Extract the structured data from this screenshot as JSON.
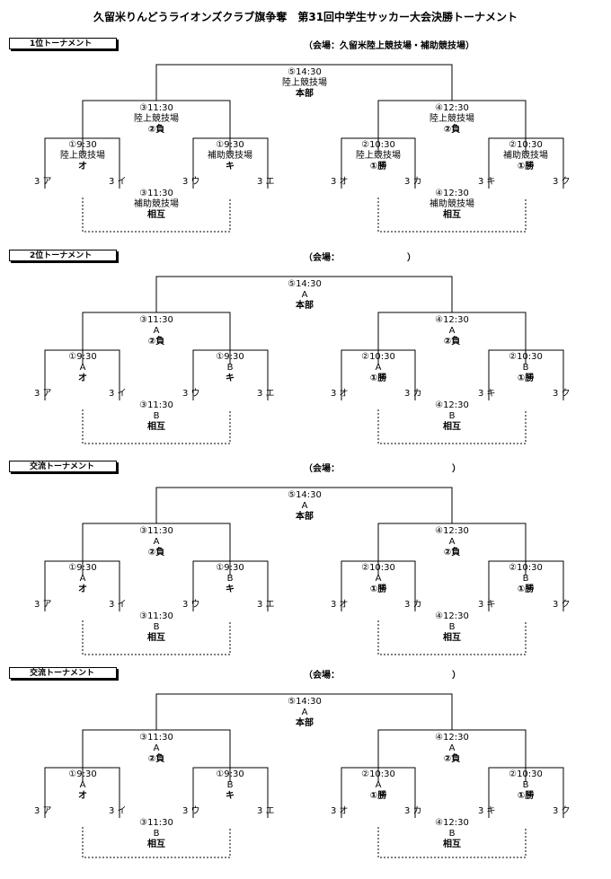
{
  "title": "久留米りんどうライオンズクラブ旗争奪　第31回中学生サッカー大会決勝トーナメント",
  "sections": [
    {
      "tag": "1位トーナメント",
      "venue": "（会場：久留米陸上競技場・補助競技場）",
      "final": {
        "time": "⑤14:30",
        "venue": "陸上競技場",
        "label": "本部"
      },
      "semi_left": {
        "time": "③11:30",
        "venue": "陸上競技場",
        "label": "②負"
      },
      "semi_right": {
        "time": "④12:30",
        "venue": "陸上競技場",
        "label": "②負"
      },
      "q1": {
        "time": "①9:30",
        "venue": "陸上競技場",
        "label": "オ"
      },
      "q2": {
        "time": "①9:30",
        "venue": "補助競技場",
        "label": "キ"
      },
      "q3": {
        "time": "②10:30",
        "venue": "陸上競技場",
        "label": "①勝"
      },
      "q4": {
        "time": "②10:30",
        "venue": "補助競技場",
        "label": "①勝"
      },
      "p_left": {
        "time": "③11:30",
        "venue": "補助競技場",
        "label": "相互"
      },
      "p_right": {
        "time": "④12:30",
        "venue": "補助競技場",
        "label": "相互"
      },
      "teams": [
        "3 ア",
        "3 イ",
        "3 ウ",
        "3 エ",
        "3 オ",
        "3 カ",
        "3 キ",
        "3 ク"
      ]
    },
    {
      "tag": "2位トーナメント",
      "venue": "（会場：　　　　　　　　）",
      "final": {
        "time": "⑤14:30",
        "venue": "A",
        "label": "本部"
      },
      "semi_left": {
        "time": "③11:30",
        "venue": "A",
        "label": "②負"
      },
      "semi_right": {
        "time": "④12:30",
        "venue": "A",
        "label": "②負"
      },
      "q1": {
        "time": "①9:30",
        "venue": "A",
        "label": "オ"
      },
      "q2": {
        "time": "①9:30",
        "venue": "B",
        "label": "キ"
      },
      "q3": {
        "time": "②10:30",
        "venue": "A",
        "label": "①勝"
      },
      "q4": {
        "time": "②10:30",
        "venue": "B",
        "label": "①勝"
      },
      "p_left": {
        "time": "③11:30",
        "venue": "B",
        "label": "相互"
      },
      "p_right": {
        "time": "④12:30",
        "venue": "B",
        "label": "相互"
      },
      "teams": [
        "3 ア",
        "3 イ",
        "3 ウ",
        "3 エ",
        "3 オ",
        "3 カ",
        "3 キ",
        "3 ク"
      ]
    },
    {
      "tag": "交流トーナメント",
      "venue": "（会場：　　　　　　　　　　　　　）",
      "final": {
        "time": "⑤14:30",
        "venue": "A",
        "label": "本部"
      },
      "semi_left": {
        "time": "③11:30",
        "venue": "A",
        "label": "②負"
      },
      "semi_right": {
        "time": "④12:30",
        "venue": "A",
        "label": "②負"
      },
      "q1": {
        "time": "①9:30",
        "venue": "A",
        "label": "オ"
      },
      "q2": {
        "time": "①9:30",
        "venue": "B",
        "label": "キ"
      },
      "q3": {
        "time": "②10:30",
        "venue": "A",
        "label": "①勝"
      },
      "q4": {
        "time": "②10:30",
        "venue": "B",
        "label": "①勝"
      },
      "p_left": {
        "time": "③11:30",
        "venue": "B",
        "label": "相互"
      },
      "p_right": {
        "time": "④12:30",
        "venue": "B",
        "label": "相互"
      },
      "teams": [
        "3 ア",
        "3 イ",
        "3 ウ",
        "3 エ",
        "3 オ",
        "3 カ",
        "3 キ",
        "3 ク"
      ]
    },
    {
      "tag": "交流トーナメント",
      "venue": "（会場：　　　　　　　　　　　　　）",
      "final": {
        "time": "⑤14:30",
        "venue": "A",
        "label": "本部"
      },
      "semi_left": {
        "time": "③11:30",
        "venue": "A",
        "label": "②負"
      },
      "semi_right": {
        "time": "④12:30",
        "venue": "A",
        "label": "②負"
      },
      "q1": {
        "time": "①9:30",
        "venue": "A",
        "label": "オ"
      },
      "q2": {
        "time": "①9:30",
        "venue": "B",
        "label": "キ"
      },
      "q3": {
        "time": "②10:30",
        "venue": "A",
        "label": "①勝"
      },
      "q4": {
        "time": "②10:30",
        "venue": "B",
        "label": "①勝"
      },
      "p_left": {
        "time": "③11:30",
        "venue": "B",
        "label": "相互"
      },
      "p_right": {
        "time": "④12:30",
        "venue": "B",
        "label": "相互"
      },
      "teams": [
        "3 ア",
        "3 イ",
        "3 ウ",
        "3 エ",
        "3 オ",
        "3 カ",
        "3 キ",
        "3 ク"
      ]
    }
  ]
}
